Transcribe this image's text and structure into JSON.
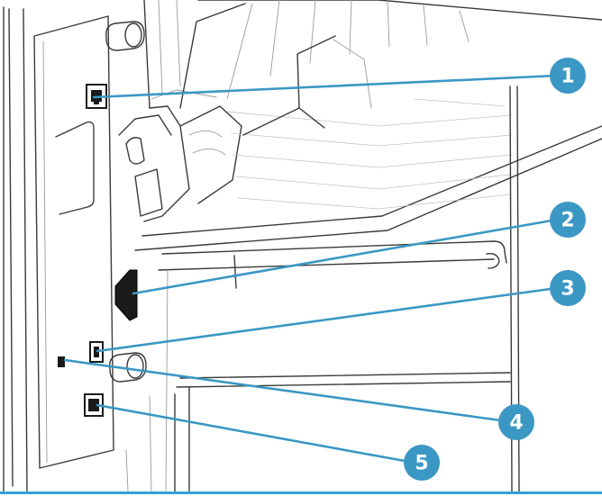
{
  "colors": {
    "accent": "#3b97c4",
    "rule": "#2fa3d6"
  },
  "callouts": [
    {
      "label": "1"
    },
    {
      "label": "2"
    },
    {
      "label": "3"
    },
    {
      "label": "4"
    },
    {
      "label": "5"
    }
  ]
}
